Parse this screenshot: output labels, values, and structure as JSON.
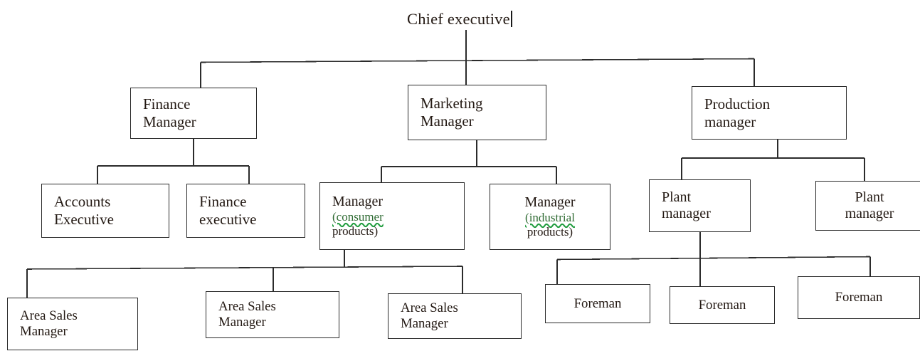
{
  "document": {
    "type": "organizational-chart",
    "background_color": "#ffffff",
    "text_color": "#241a14",
    "line_color": "#2b2b2b",
    "spellcheck_underline_color": "#1f9c3d"
  },
  "root": {
    "label": "Chief executive",
    "has_text_cursor": true
  },
  "level2": {
    "finance": {
      "line1": "Finance",
      "line2": "Manager"
    },
    "marketing": {
      "line1": "Marketing",
      "line2": "Manager"
    },
    "production": {
      "line1": "Production",
      "line2": "manager"
    }
  },
  "level3": {
    "accounts_executive": {
      "line1": "Accounts",
      "line2": "Executive"
    },
    "finance_executive": {
      "line1": "Finance",
      "line2": "executive"
    },
    "manager_consumer": {
      "line1": "Manager",
      "line2": "(consumer",
      "line3": "products)"
    },
    "manager_industrial": {
      "line1": "Manager",
      "line2": "(industrial",
      "line3": "products)"
    },
    "plant_manager_1": {
      "line1": "Plant",
      "line2": "manager"
    },
    "plant_manager_2": {
      "line1": "Plant",
      "line2": "manager"
    }
  },
  "level4": {
    "area_sales_1": {
      "line1": "Area Sales",
      "line2": "Manager"
    },
    "area_sales_2": {
      "line1": "Area Sales",
      "line2": "Manager"
    },
    "area_sales_3": {
      "line1": "Area Sales",
      "line2": "Manager"
    },
    "foreman_1": {
      "line1": "Foreman"
    },
    "foreman_2": {
      "line1": "Foreman"
    },
    "foreman_3": {
      "line1": "Foreman"
    }
  }
}
